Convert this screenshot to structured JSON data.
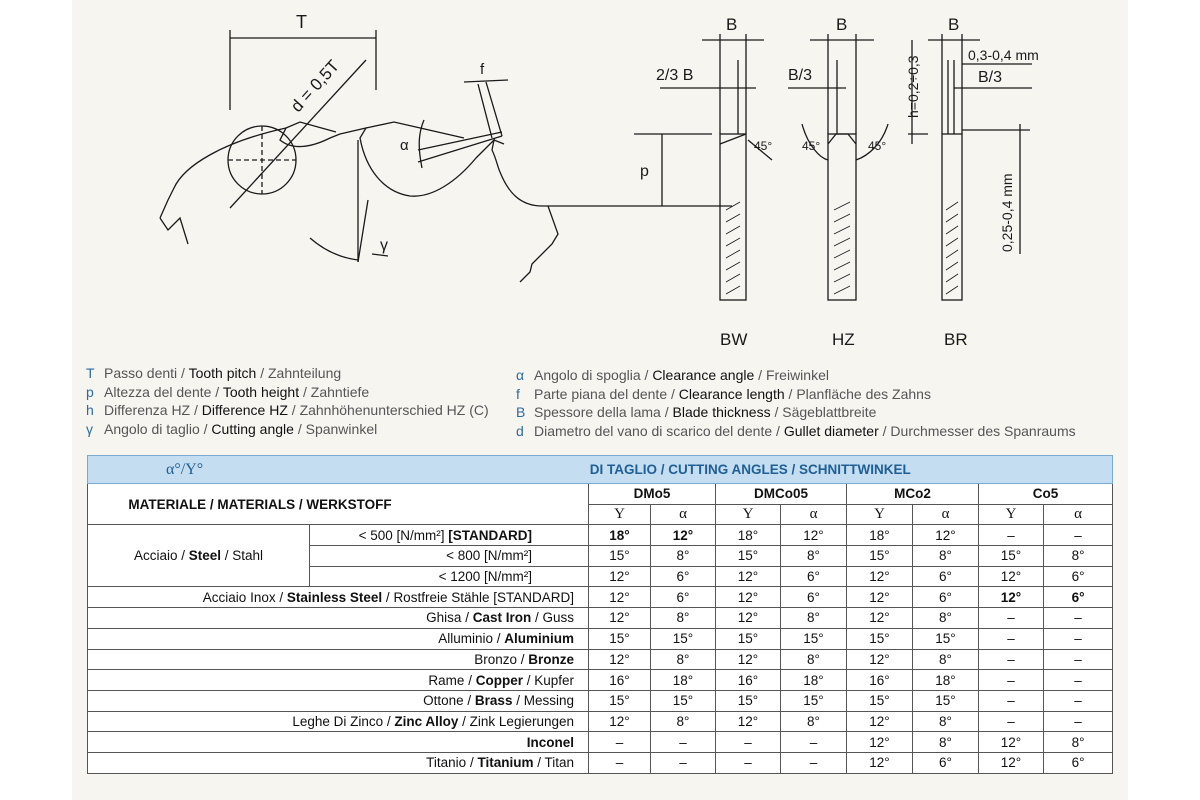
{
  "drawing": {
    "pitch_label": "T",
    "gullet_label": "d = 0,5T",
    "flat_label": "f",
    "clearance_symbol": "α",
    "cutting_symbol": "γ",
    "height_label": "p",
    "profiles": {
      "bw": {
        "name": "BW",
        "thickness": "B",
        "fraction": "2/3 B",
        "angle": "45°"
      },
      "hz": {
        "name": "HZ",
        "thickness": "B",
        "fraction": "B/3",
        "angle_left": "45°",
        "angle_right": "45°",
        "h_label": "h=0,2÷0,3"
      },
      "br": {
        "name": "BR",
        "thickness": "B",
        "range_top": "0,3-0,4 mm",
        "fraction": "B/3",
        "range_side": "0,25-0,4 mm"
      }
    }
  },
  "legend": {
    "left": [
      {
        "sym": "T",
        "it": "Passo denti",
        "en": "Tooth pitch",
        "de": "Zahnteilung"
      },
      {
        "sym": "p",
        "it": "Altezza del dente",
        "en": "Tooth height",
        "de": "Zahntiefe"
      },
      {
        "sym": "h",
        "it": "Differenza HZ",
        "en": "Difference HZ",
        "de": "Zahnhöhenunterschied HZ (C)"
      },
      {
        "sym": "γ",
        "it": "Angolo di taglio",
        "en": "Cutting angle",
        "de": "Spanwinkel"
      }
    ],
    "right": [
      {
        "sym": "α",
        "it": "Angolo di spoglia",
        "en": "Clearance angle",
        "de": "Freiwinkel"
      },
      {
        "sym": "f",
        "it": "Parte piana del dente",
        "en": "Clearance length",
        "de": "Planfläche des Zahns"
      },
      {
        "sym": "B",
        "it": "Spessore della lama",
        "en": "Blade thickness",
        "de": "Sägeblattbreite"
      },
      {
        "sym": "d",
        "it": "Diametro del vano di scarico del dente",
        "en": "Gullet diameter",
        "de": "Durchmesser des Spanraums"
      }
    ]
  },
  "table": {
    "bar_symbol": "α°/Υ°",
    "bar_title": "ANGOLI DI TAGLIO / CUTTING ANGLES / SCHNITTWINKEL",
    "materials_header": "MATERIALE / MATERIALS / WERKSTOFF",
    "groups": [
      "DMo5",
      "DMCo05",
      "MCo2",
      "Co5"
    ],
    "gamma": "Υ",
    "alpha": "α",
    "steel": {
      "label": {
        "it": "Acciaio",
        "en": "Steel",
        "de": "Stahl"
      },
      "rows": [
        {
          "cond": "< 500 [N/mm²]",
          "tag": "[STANDARD]",
          "v": [
            "18°",
            "12°",
            "18°",
            "12°",
            "18°",
            "12°",
            "–",
            "–"
          ]
        },
        {
          "cond": "< 800 [N/mm²]",
          "tag": "",
          "v": [
            "15°",
            "8°",
            "15°",
            "8°",
            "15°",
            "8°",
            "15°",
            "8°"
          ]
        },
        {
          "cond": "< 1200 [N/mm²]",
          "tag": "",
          "v": [
            "12°",
            "6°",
            "12°",
            "6°",
            "12°",
            "6°",
            "12°",
            "6°"
          ]
        }
      ]
    },
    "rows": [
      {
        "it": "Acciaio Inox",
        "en": "Stainless Steel",
        "de": "Rostfreie Stähle [STANDARD]",
        "v": [
          "12°",
          "6°",
          "12°",
          "6°",
          "12°",
          "6°",
          "12°",
          "6°"
        ]
      },
      {
        "it": "Ghisa",
        "en": "Cast Iron",
        "de": "Guss",
        "v": [
          "12°",
          "8°",
          "12°",
          "8°",
          "12°",
          "8°",
          "–",
          "–"
        ]
      },
      {
        "it": "Alluminio",
        "en": "Aluminium",
        "de": "",
        "v": [
          "15°",
          "15°",
          "15°",
          "15°",
          "15°",
          "15°",
          "–",
          "–"
        ]
      },
      {
        "it": "Bronzo",
        "en": "Bronze",
        "de": "",
        "v": [
          "12°",
          "8°",
          "12°",
          "8°",
          "12°",
          "8°",
          "–",
          "–"
        ]
      },
      {
        "it": "Rame",
        "en": "Copper",
        "de": "Kupfer",
        "v": [
          "16°",
          "18°",
          "16°",
          "18°",
          "16°",
          "18°",
          "–",
          "–"
        ]
      },
      {
        "it": "Ottone",
        "en": "Brass",
        "de": "Messing",
        "v": [
          "15°",
          "15°",
          "15°",
          "15°",
          "15°",
          "15°",
          "–",
          "–"
        ]
      },
      {
        "it": "Leghe Di Zinco",
        "en": "Zinc Alloy",
        "de": "Zink Legierungen",
        "v": [
          "12°",
          "8°",
          "12°",
          "8°",
          "12°",
          "8°",
          "–",
          "–"
        ]
      },
      {
        "it": "",
        "en": "Inconel",
        "de": "",
        "v": [
          "–",
          "–",
          "–",
          "–",
          "12°",
          "8°",
          "12°",
          "8°"
        ]
      },
      {
        "it": "Titanio",
        "en": "Titanium",
        "de": "Titan",
        "v": [
          "–",
          "–",
          "–",
          "–",
          "12°",
          "6°",
          "12°",
          "6°"
        ]
      }
    ]
  }
}
